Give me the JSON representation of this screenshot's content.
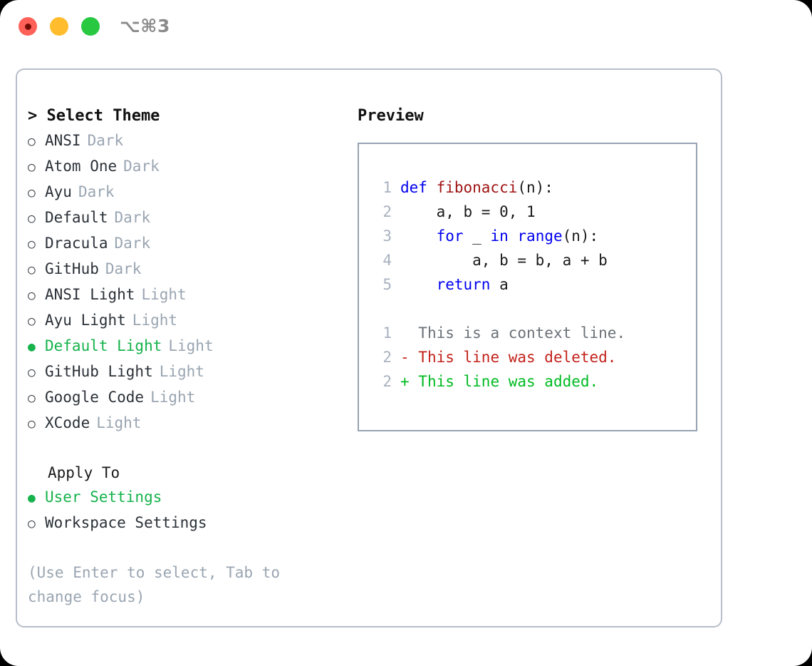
{
  "titlebar": {
    "shortcut": "⌥⌘3",
    "lights": [
      "close",
      "minimize",
      "maximize"
    ]
  },
  "left_panel": {
    "header": "> Select Theme",
    "focused": true,
    "themes": [
      {
        "bullet": "○",
        "name": "ANSI",
        "tag": "Dark",
        "selected": false
      },
      {
        "bullet": "○",
        "name": "Atom One",
        "tag": "Dark",
        "selected": false
      },
      {
        "bullet": "○",
        "name": "Ayu",
        "tag": "Dark",
        "selected": false
      },
      {
        "bullet": "○",
        "name": "Default",
        "tag": "Dark",
        "selected": false
      },
      {
        "bullet": "○",
        "name": "Dracula",
        "tag": "Dark",
        "selected": false
      },
      {
        "bullet": "○",
        "name": "GitHub",
        "tag": "Dark",
        "selected": false
      },
      {
        "bullet": "○",
        "name": "ANSI Light",
        "tag": "Light",
        "selected": false
      },
      {
        "bullet": "○",
        "name": "Ayu Light",
        "tag": "Light",
        "selected": false
      },
      {
        "bullet": "●",
        "name": "Default Light",
        "tag": "Light",
        "selected": true
      },
      {
        "bullet": "○",
        "name": "GitHub Light",
        "tag": "Light",
        "selected": false
      },
      {
        "bullet": "○",
        "name": "Google Code",
        "tag": "Light",
        "selected": false
      },
      {
        "bullet": "○",
        "name": "XCode",
        "tag": "Light",
        "selected": false
      }
    ],
    "apply_to": {
      "header": "Apply To",
      "options": [
        {
          "bullet": "●",
          "name": "User Settings",
          "selected": true
        },
        {
          "bullet": "○",
          "name": "Workspace Settings",
          "selected": false
        }
      ]
    },
    "hint": "(Use Enter to select, Tab to change focus)"
  },
  "right_panel": {
    "title": "Preview",
    "code_lines": [
      {
        "no": "1",
        "tokens": [
          {
            "t": "def ",
            "c": "kw"
          },
          {
            "t": "fibonacci",
            "c": "fn"
          },
          {
            "t": "(n):",
            "c": "plain"
          }
        ]
      },
      {
        "no": "2",
        "tokens": [
          {
            "t": "    a, b = 0, 1",
            "c": "plain"
          }
        ]
      },
      {
        "no": "3",
        "tokens": [
          {
            "t": "    ",
            "c": "plain"
          },
          {
            "t": "for",
            "c": "kw"
          },
          {
            "t": " _ ",
            "c": "plain"
          },
          {
            "t": "in",
            "c": "kw"
          },
          {
            "t": " ",
            "c": "plain"
          },
          {
            "t": "range",
            "c": "kw"
          },
          {
            "t": "(n):",
            "c": "plain"
          }
        ]
      },
      {
        "no": "4",
        "tokens": [
          {
            "t": "        a, b = b, a + b",
            "c": "plain"
          }
        ]
      },
      {
        "no": "5",
        "tokens": [
          {
            "t": "    ",
            "c": "plain"
          },
          {
            "t": "return",
            "c": "kw"
          },
          {
            "t": " a",
            "c": "plain"
          }
        ]
      }
    ],
    "diff_lines": [
      {
        "no": "1",
        "marker": "  ",
        "text": "This is a context line.",
        "kind": "diff-ctx"
      },
      {
        "no": "2",
        "marker": "- ",
        "text": "This line was deleted.",
        "kind": "diff-del"
      },
      {
        "no": "2",
        "marker": "+ ",
        "text": "This line was added.",
        "kind": "diff-add"
      }
    ]
  },
  "colors": {
    "accent_green": "#16b24b",
    "muted_gray": "#9aa5b1",
    "keyword_blue": "#0000ee",
    "function_red": "#a01414",
    "diff_delete": "#c3221b",
    "diff_add": "#00bb22",
    "border": "#b6bec9"
  }
}
